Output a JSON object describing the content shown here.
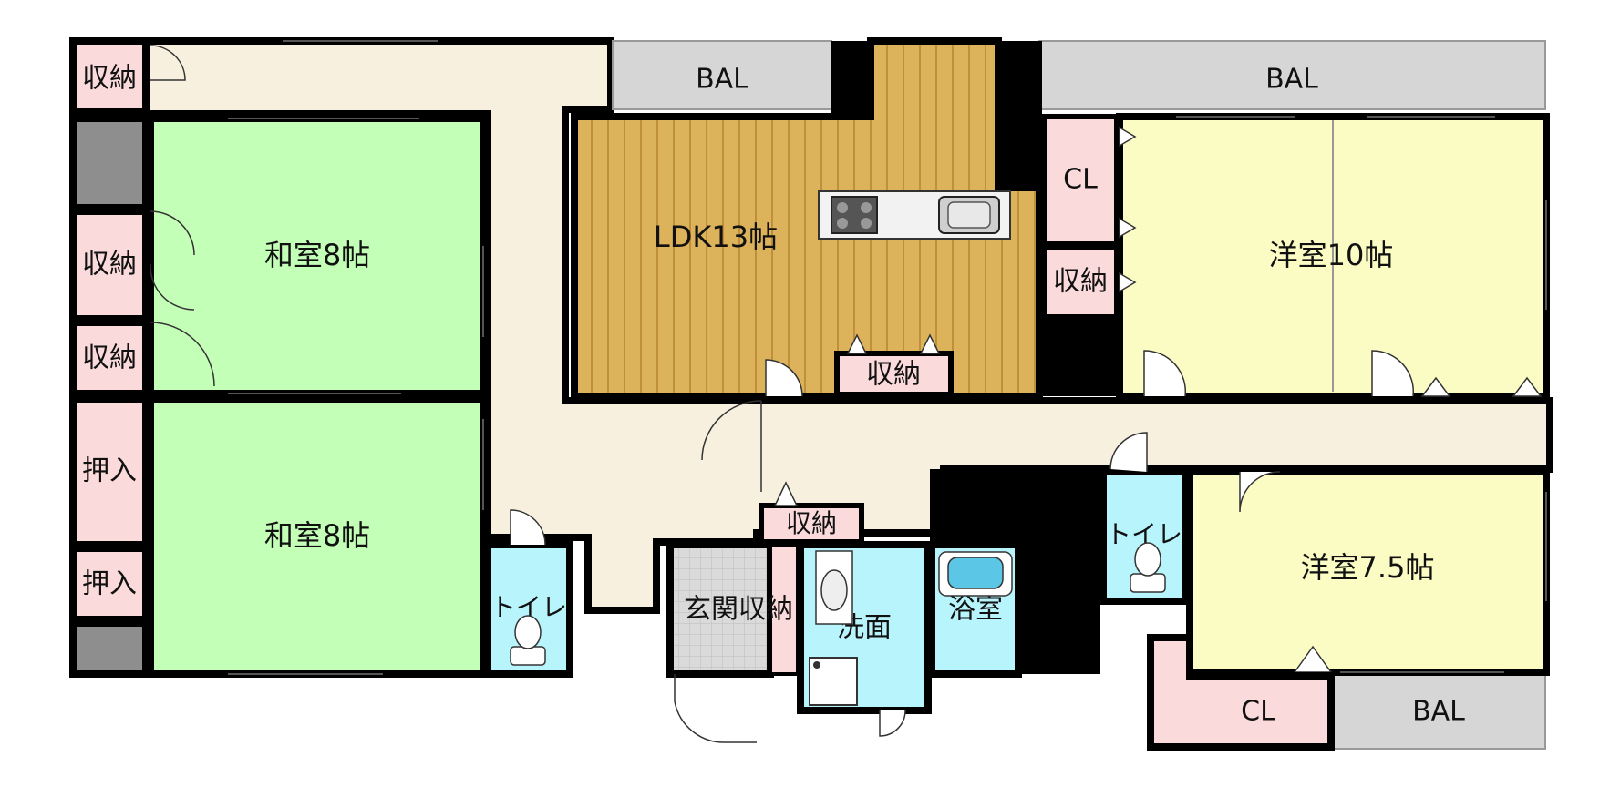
{
  "colors": {
    "wall": "#000000",
    "hall": "#f7f0de",
    "washitsu": "#c4ffb8",
    "yoshitsu": "#fbfbc4",
    "ldk": "#dcb25a",
    "ldk_stripe": "#bf8f3c",
    "storage": "#fadada",
    "water": "#b8f4fc",
    "balcony": "#d6d6d6",
    "genkan": "#d8d8d8",
    "dark_shaft": "#8e8e8e"
  },
  "rooms": {
    "washitsu_top": "和室8帖",
    "washitsu_bottom": "和室8帖",
    "ldk": "LDK13帖",
    "yoshitsu_10": "洋室10帖",
    "yoshitsu_75": "洋室7.5帖",
    "genkan_storage": "玄関収納",
    "washroom": "洗面",
    "bathroom": "浴室",
    "toilet_left": "トイレ",
    "toilet_right": "トイレ"
  },
  "storage": {
    "top_left": "収納",
    "left_middle": "収納",
    "left_lower": "収納",
    "oshiire_1": "押入",
    "oshiire_2": "押入",
    "ldk": "収納",
    "cl_top": "CL",
    "right_storage": "収納",
    "hall": "収納",
    "cl_bottom": "CL"
  },
  "balconies": {
    "center": "BAL",
    "right_top": "BAL",
    "right_bottom": "BAL"
  }
}
